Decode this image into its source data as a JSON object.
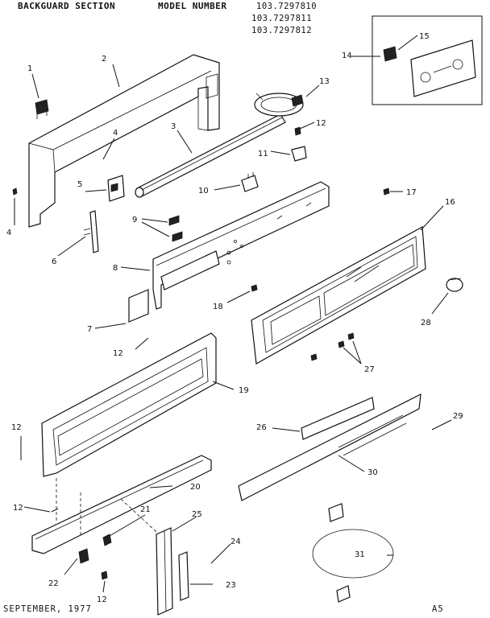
{
  "header": {
    "section_title": "BACKGUARD SECTION",
    "model_label": "MODEL NUMBER",
    "models": [
      "103.7297810",
      "103.7297811",
      "103.7297812"
    ]
  },
  "footer": {
    "date": "SEPTEMBER, 1977",
    "page": "A5"
  },
  "callouts": {
    "c1": "1",
    "c2": "2",
    "c3": "3",
    "c4a": "4",
    "c4b": "4",
    "c5": "5",
    "c6": "6",
    "c7": "7",
    "c8": "8",
    "c9": "9",
    "c10": "10",
    "c11": "11",
    "c12a": "12",
    "c12b": "12",
    "c12c": "12",
    "c12d": "12",
    "c12e": "12",
    "c13": "13",
    "c14": "14",
    "c15": "15",
    "c16": "16",
    "c17": "17",
    "c18": "18",
    "c19": "19",
    "c20": "20",
    "c21": "21",
    "c22": "22",
    "c23": "23",
    "c24": "24",
    "c25": "25",
    "c26": "26",
    "c27": "27",
    "c28": "28",
    "c29": "29",
    "c30": "30",
    "c31": "31"
  }
}
